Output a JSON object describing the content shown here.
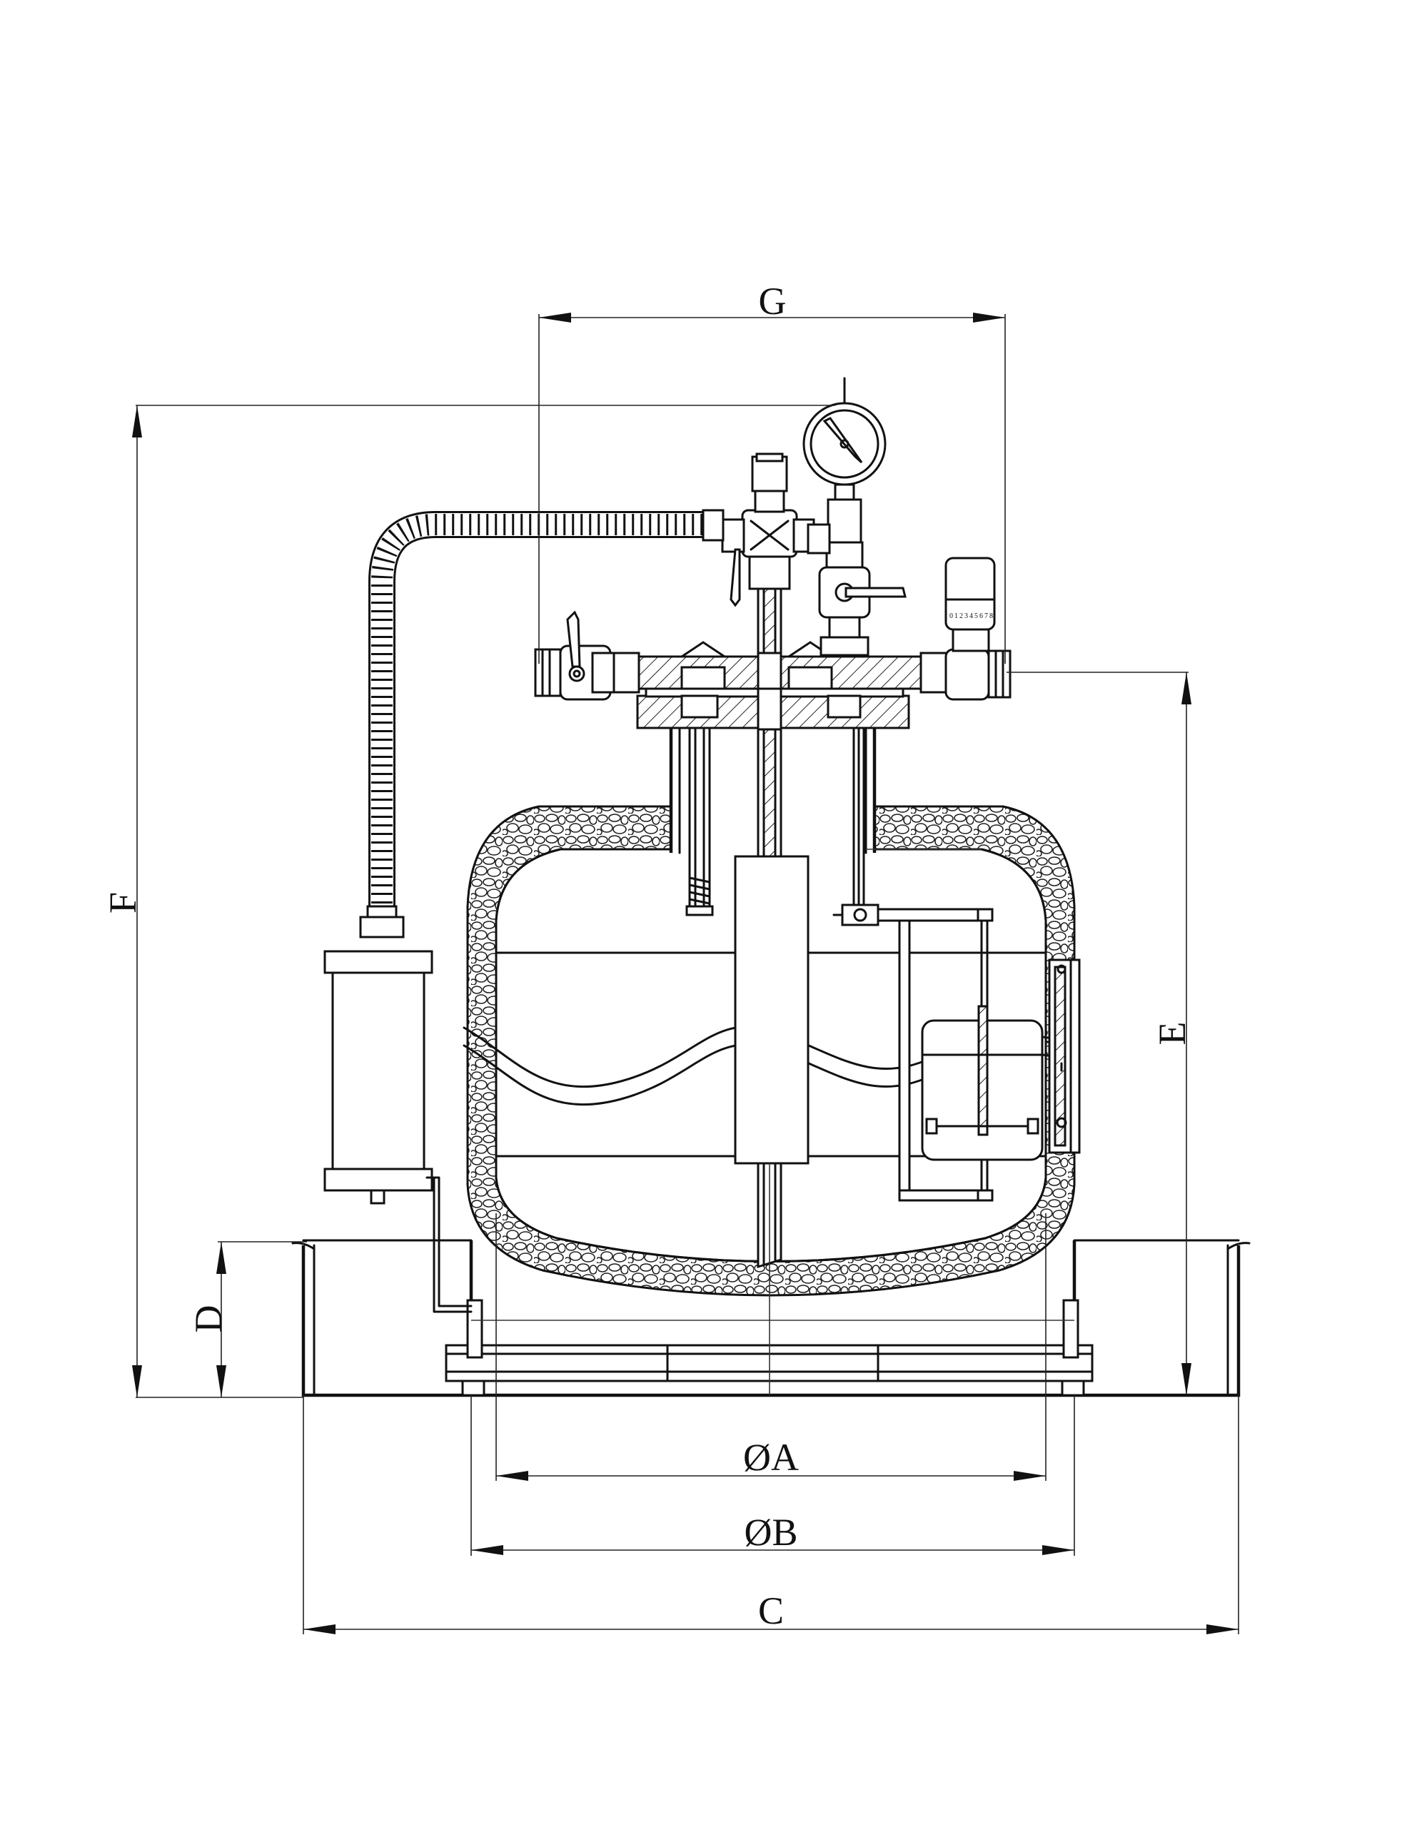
{
  "dimensions": {
    "g": "G",
    "f": "F",
    "e": "E",
    "d": "D",
    "a": "ØA",
    "b": "ØB",
    "c": "C"
  },
  "gauge_scale": [
    "0",
    "1",
    "2",
    "3",
    "4",
    "5",
    "6",
    "7",
    "8"
  ]
}
